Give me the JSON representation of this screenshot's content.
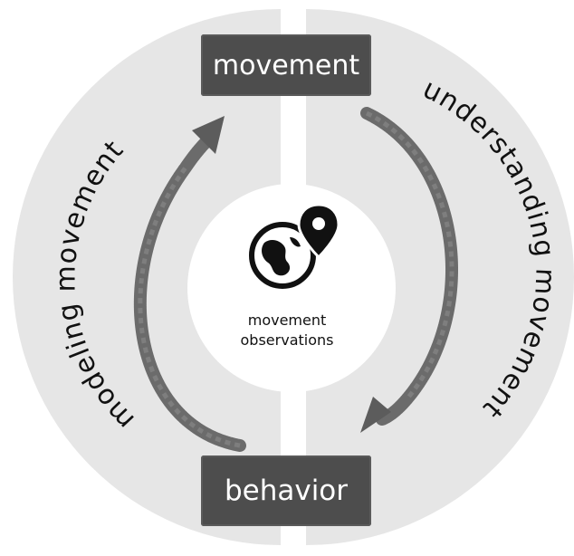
{
  "diagram": {
    "top_node": "movement",
    "bottom_node": "behavior",
    "left_arc_label": "modeling movement",
    "right_arc_label": "understanding movement",
    "center": {
      "line1": "movement",
      "line2": "observations",
      "icon": "globe-location-pin-icon"
    }
  },
  "colors": {
    "ring": "#e6e6e6",
    "center_circle": "#ffffff",
    "box": "#4d4d4d",
    "arrow": "#6b6b6b",
    "text": "#111111"
  }
}
